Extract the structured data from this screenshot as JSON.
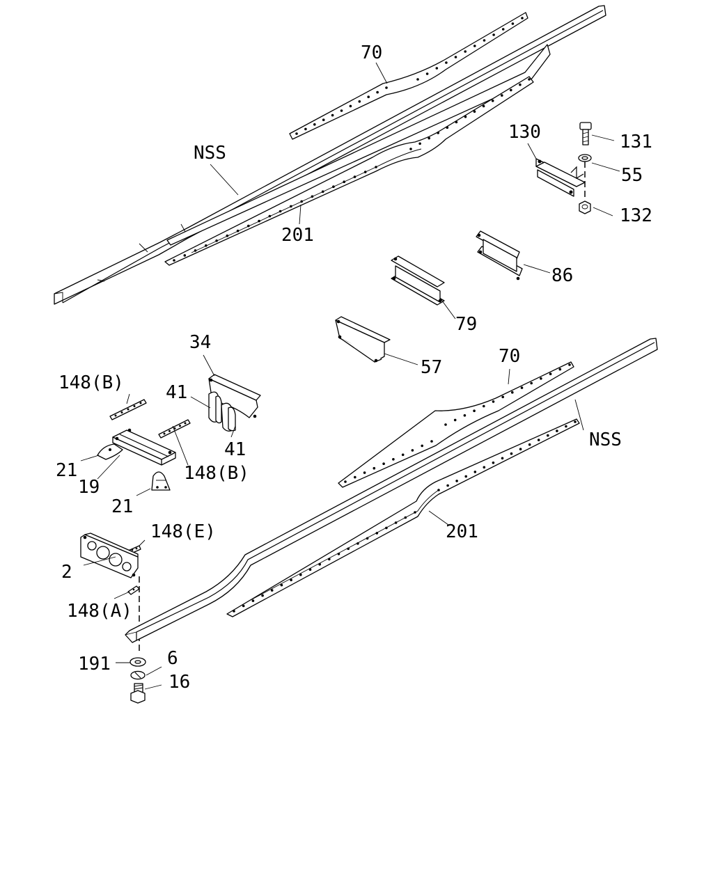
{
  "diagram": {
    "labels": {
      "rail_upper": "NSS",
      "plate_upper": "70",
      "channel_upper": "201",
      "bracket_130": "130",
      "bolt_131": "131",
      "washer_55": "55",
      "nut_132": "132",
      "crossmember_86": "86",
      "crossmember_79": "79",
      "crossmember_57": "57",
      "crossmember_34": "34",
      "mount_41_a": "41",
      "mount_41_b": "41",
      "shim_148b_a": "148(B)",
      "shim_148b_b": "148(B)",
      "bracket_21_a": "21",
      "crossmember_19": "19",
      "bracket_21_b": "21",
      "shim_148e": "148(E)",
      "crossmember_2": "2",
      "shim_148a": "148(A)",
      "washer_191": "191",
      "washer_6": "6",
      "bolt_16": "16",
      "plate_lower": "70",
      "rail_lower": "NSS",
      "channel_lower": "201"
    }
  }
}
